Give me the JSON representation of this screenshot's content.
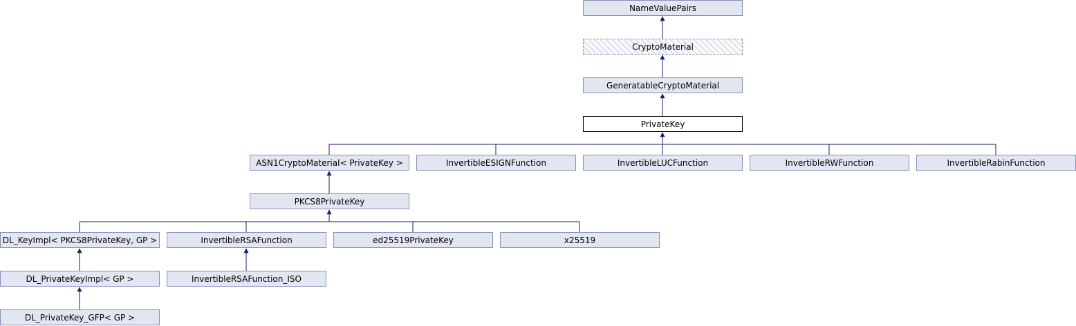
{
  "nodes": {
    "name_value_pairs": "NameValuePairs",
    "crypto_material": "CryptoMaterial",
    "generatable_crypto_material": "GeneratableCryptoMaterial",
    "private_key": "PrivateKey",
    "asn1_crypto_material": "ASN1CryptoMaterial< PrivateKey >",
    "invertible_esign_function": "InvertibleESIGNFunction",
    "invertible_luc_function": "InvertibleLUCFunction",
    "invertible_rw_function": "InvertibleRWFunction",
    "invertible_rabin_function": "InvertibleRabinFunction",
    "pkcs8_private_key": "PKCS8PrivateKey",
    "dl_key_impl": "DL_KeyImpl< PKCS8PrivateKey, GP >",
    "invertible_rsa_function": "InvertibleRSAFunction",
    "ed25519_private_key": "ed25519PrivateKey",
    "x25519": "x25519",
    "dl_private_key_impl": "DL_PrivateKeyImpl< GP >",
    "invertible_rsa_function_iso": "InvertibleRSAFunction_ISO",
    "dl_private_key_gfp": "DL_PrivateKey_GFP< GP >"
  },
  "colors": {
    "node_fill": "#e1e6f1",
    "node_border": "#8490b8",
    "edge": "#1a1a7a",
    "current_node_fill": "#ffffff"
  }
}
